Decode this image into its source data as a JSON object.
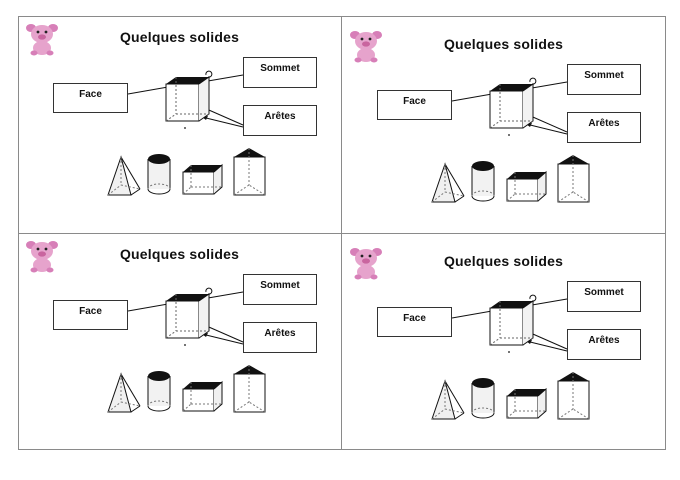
{
  "cards": [
    {
      "title": "Quelques solides",
      "labels": {
        "face": "Face",
        "sommet": "Sommet",
        "aretes": "Arêtes"
      }
    },
    {
      "title": "Quelques solides",
      "labels": {
        "face": "Face",
        "sommet": "Sommet",
        "aretes": "Arêtes"
      }
    },
    {
      "title": "Quelques solides",
      "labels": {
        "face": "Face",
        "sommet": "Sommet",
        "aretes": "Arêtes"
      }
    },
    {
      "title": "Quelques solides",
      "labels": {
        "face": "Face",
        "sommet": "Sommet",
        "aretes": "Arêtes"
      }
    }
  ],
  "icons": {
    "mascot": "pink-pig-mascot-icon",
    "cube": "cube-icon",
    "pyramid": "pyramid-icon",
    "cylinder": "cylinder-icon",
    "box": "rectangular-prism-icon",
    "prism": "triangular-prism-icon"
  },
  "colors": {
    "mascot": "#e6a3cc",
    "ink": "#111111",
    "border": "#8a8a8a"
  }
}
